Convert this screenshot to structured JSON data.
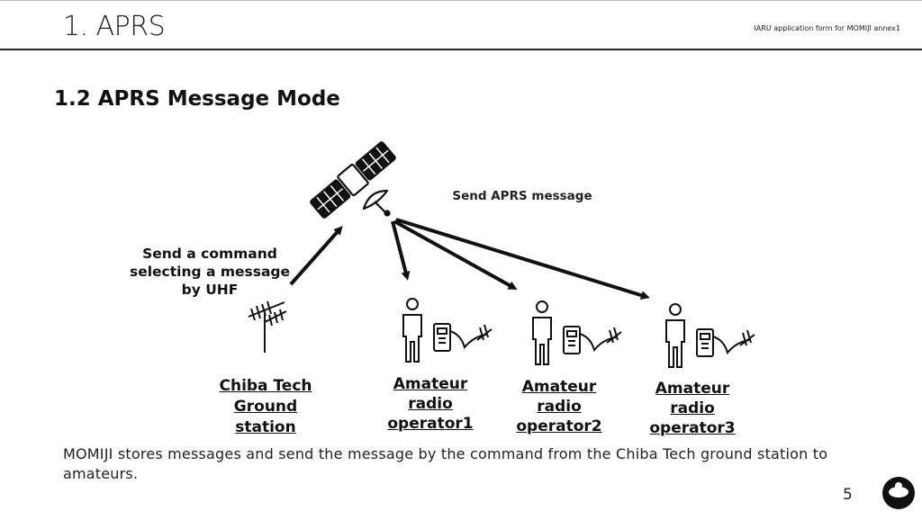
{
  "header": {
    "section_title": "1. APRS",
    "note": "IARU application form for MOMIJI annex1"
  },
  "slide": {
    "title": "1.2 APRS Message Mode"
  },
  "diagram": {
    "send_message_label": "Send APRS message",
    "command_label": [
      "Send a command",
      "selecting a message",
      "by UHF"
    ],
    "ground_station_label": [
      "Chiba Tech",
      "Ground",
      "station"
    ],
    "operators": [
      [
        "Amateur",
        "radio",
        "operator1"
      ],
      [
        "Amateur",
        "radio",
        "operator2"
      ],
      [
        "Amateur",
        "radio",
        "operator3"
      ]
    ]
  },
  "caption": "MOMIJI stores messages and send the message by the command from the Chiba Tech ground station to amateurs.",
  "footer": {
    "page_number": "5"
  },
  "icons": [
    "satellite-icon",
    "yagi-antenna-icon",
    "person-icon",
    "handheld-radio-icon"
  ]
}
